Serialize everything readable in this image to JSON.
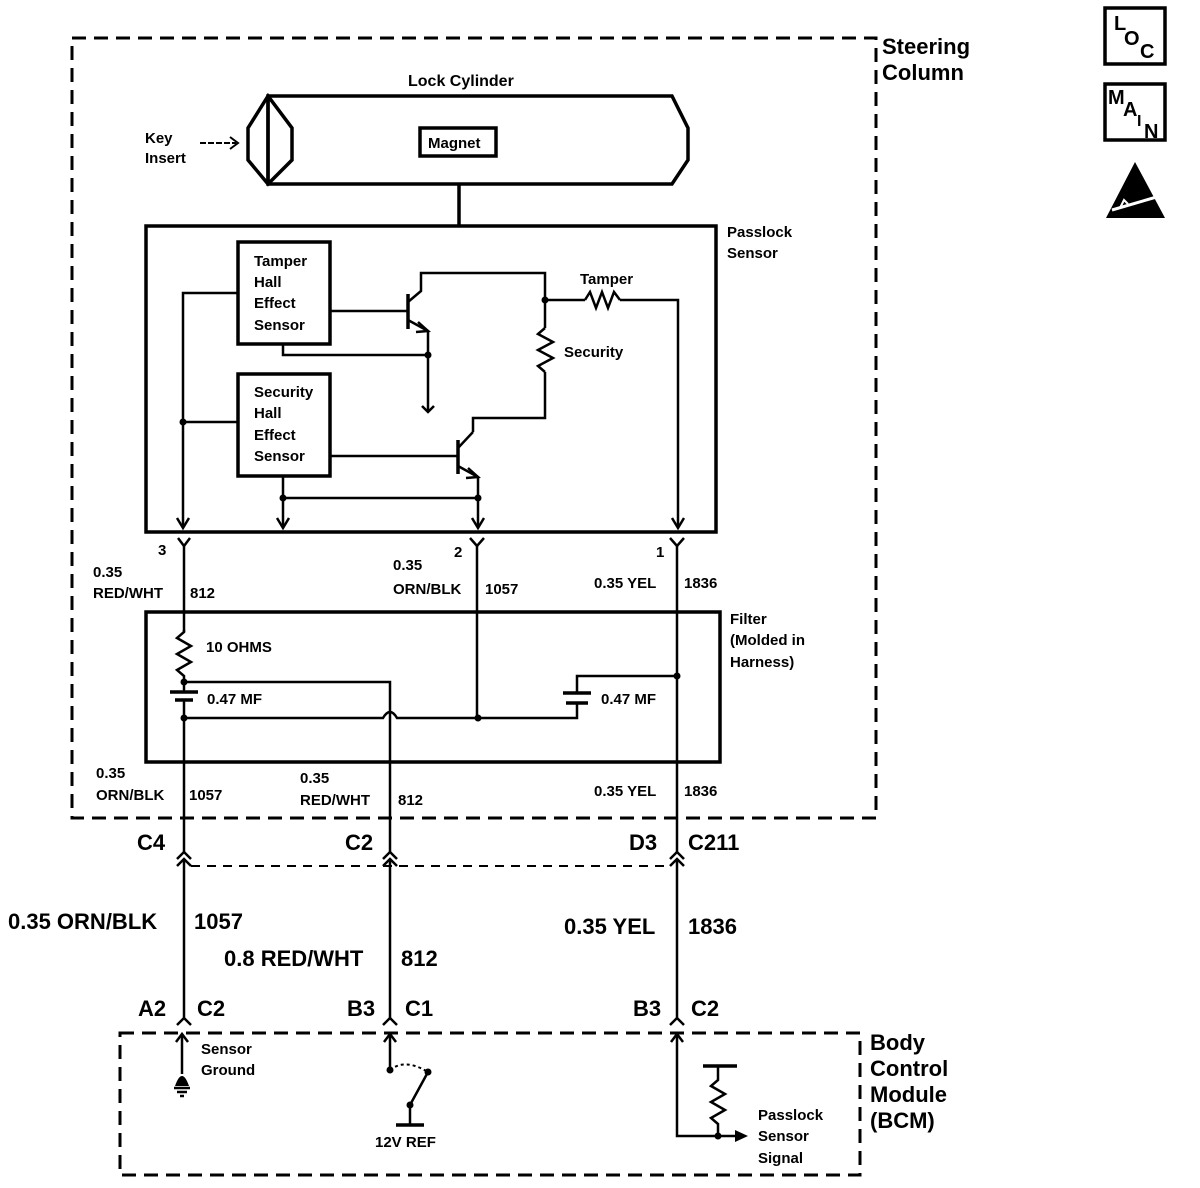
{
  "icons": {
    "loc": {
      "name": "loc-icon",
      "letters": [
        "L",
        "O",
        "C"
      ]
    },
    "main": {
      "name": "main-icon",
      "letters": [
        "M",
        "A",
        "I",
        "N"
      ]
    },
    "esd": {
      "name": "esd-warning-icon"
    }
  },
  "steering_column": {
    "label_line1": "Steering",
    "label_line2": "Column"
  },
  "lock_cylinder": {
    "title": "Lock Cylinder",
    "magnet": "Magnet",
    "key_insert_line1": "Key",
    "key_insert_line2": "Insert"
  },
  "passlock_sensor": {
    "label_line1": "Passlock",
    "label_line2": "Sensor",
    "tamper_sensor": [
      "Tamper",
      "Hall",
      "Effect",
      "Sensor"
    ],
    "security_sensor": [
      "Security",
      "Hall",
      "Effect",
      "Sensor"
    ],
    "tamper_resistor": "Tamper",
    "security_resistor": "Security"
  },
  "sensor_pins": [
    {
      "pin": "3",
      "gauge": "0.35",
      "color": "RED/WHT",
      "circuit": "812"
    },
    {
      "pin": "2",
      "gauge": "0.35",
      "color": "ORN/BLK",
      "circuit": "1057"
    },
    {
      "pin": "1",
      "gauge": "0.35",
      "color": "YEL",
      "circuit": "1836",
      "combined": "0.35 YEL"
    }
  ],
  "filter": {
    "label_line1": "Filter",
    "label_line2": "(Molded in",
    "label_line3": "Harness)",
    "resistor": "10 OHMS",
    "cap1": "0.47 MF",
    "cap2": "0.47 MF"
  },
  "filter_out_wires": [
    {
      "gauge": "0.35",
      "color": "ORN/BLK",
      "circuit": "1057"
    },
    {
      "gauge": "0.35",
      "color": "RED/WHT",
      "circuit": "812"
    },
    {
      "gauge": "0.35",
      "color": "YEL",
      "circuit": "1836",
      "combined": "0.35 YEL"
    }
  ],
  "connector_c211": {
    "name": "C211",
    "pins": [
      "C4",
      "C2",
      "D3"
    ]
  },
  "harness_wires": [
    {
      "spec": "0.35 ORN/BLK",
      "circuit": "1057"
    },
    {
      "spec": "0.8 RED/WHT",
      "circuit": "812"
    },
    {
      "spec": "0.35 YEL",
      "circuit": "1836"
    }
  ],
  "bcm_connectors": [
    {
      "pin": "A2",
      "connector": "C2"
    },
    {
      "pin": "B3",
      "connector": "C1"
    },
    {
      "pin": "B3",
      "connector": "C2"
    }
  ],
  "bcm": {
    "label_line1": "Body",
    "label_line2": "Control",
    "label_line3": "Module",
    "label_line4": "(BCM)",
    "sensor_ground_line1": "Sensor",
    "sensor_ground_line2": "Ground",
    "ref": "12V REF",
    "signal_line1": "Passlock",
    "signal_line2": "Sensor",
    "signal_line3": "Signal"
  }
}
